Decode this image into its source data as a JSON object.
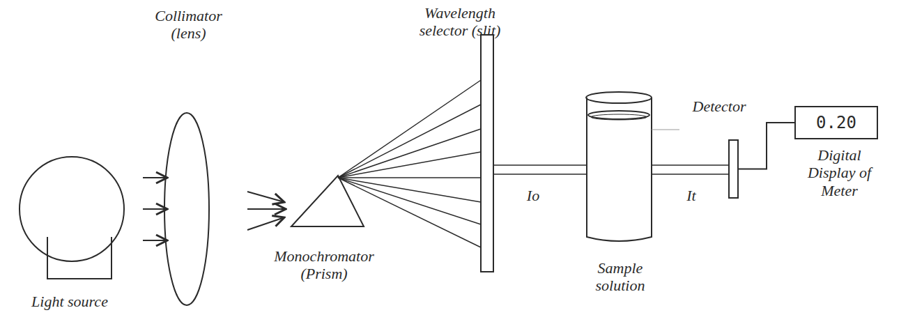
{
  "diagram": {
    "nodes": [
      {
        "text": [
          "Detector"
        ]
      },
      {
        "text": [
          "0.20",
          "Digital Display of Meter"
        ]
      }
    ],
    "edges": [
      {
        "from": 0,
        "to": 1,
        "arrow": "none"
      }
    ],
    "labels": [
      "Collimator (lens)",
      "Wavelength selector (slit)",
      "Monochromator (Prism)",
      "Light source",
      "Io",
      "It",
      "Sample solution"
    ]
  }
}
